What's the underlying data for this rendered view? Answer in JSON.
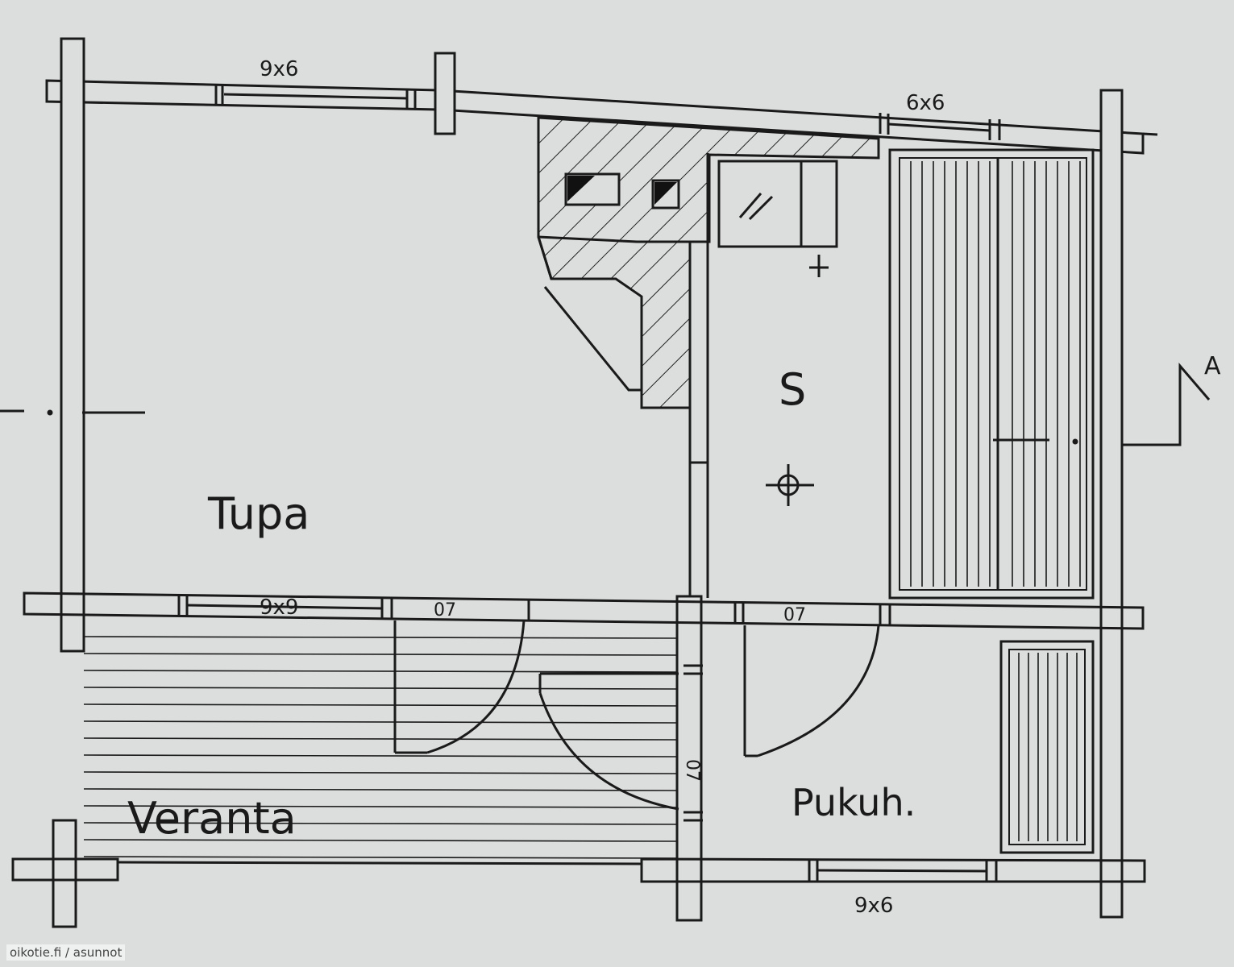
{
  "rooms": {
    "tupa": "Tupa",
    "sauna": "S",
    "veranta": "Veranta",
    "pukuhuone": "Pukuh."
  },
  "dimensions": {
    "top_left_window": "9x6",
    "top_right_window": "6x6",
    "middle_window": "9x9",
    "door_veranta": "07",
    "door_pukuh": "07",
    "door_side": "07",
    "bottom_window": "9x6"
  },
  "section_marker": "A",
  "watermark": "oikotie.fi / asunnot"
}
